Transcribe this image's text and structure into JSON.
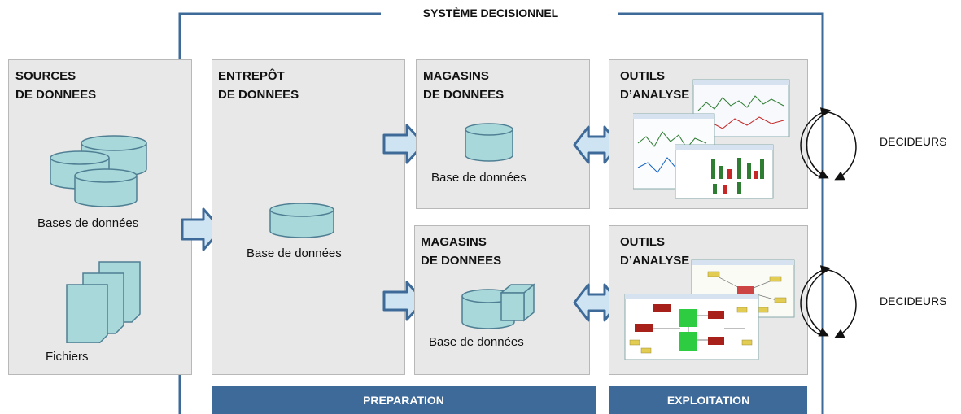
{
  "system": {
    "label": "SYSTÈME DECISIONNEL"
  },
  "sources": {
    "title": "SOURCES\nDE DONNEES",
    "db_label": "Bases de données",
    "files_label": "Fichiers"
  },
  "warehouse": {
    "title": "ENTREPÔT\nDE DONNEES",
    "db_label": "Base de données"
  },
  "marts": [
    {
      "title": "MAGASINS\nDE DONNEES",
      "db_label": "Base de données"
    },
    {
      "title": "MAGASINS\nDE DONNEES",
      "db_label": "Base de données"
    }
  ],
  "tools": [
    {
      "title": "OUTILS\nD’ANALYSE",
      "decideurs": "DECIDEURS"
    },
    {
      "title": "OUTILS\nD’ANALYSE",
      "decideurs": "DECIDEURS"
    }
  ],
  "phases": {
    "preparation": "PREPARATION",
    "exploitation": "EXPLOITATION"
  },
  "colors": {
    "accent": "#3d6a98",
    "shape_fill": "#a9d8db",
    "shape_stroke": "#4f7f93",
    "panel": "#e8e8e8"
  }
}
